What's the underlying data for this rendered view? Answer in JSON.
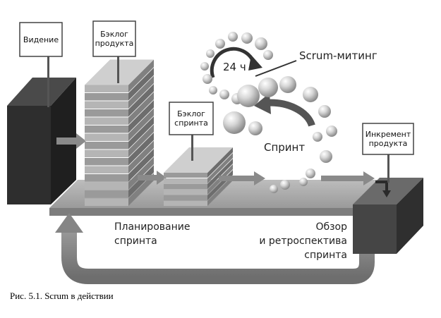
{
  "signs": {
    "vision": "Видение",
    "product_backlog": "Бэклог\nпродукта",
    "sprint_backlog": "Бэклог\nспринта",
    "increment": "Инкремент\nпродукта"
  },
  "labels": {
    "hours": "24 ч",
    "scrum_meeting": "Scrum-митинг",
    "sprint": "Спринт",
    "sprint_planning": "Планирование\nспринта",
    "review": "Обзор\nи ретроспектива\nспринта"
  },
  "caption": "Рис. 5.1. Scrum в действии",
  "colors": {
    "dark_block": "#3a3a3a",
    "mid_gray": "#8c8c8c",
    "light_gray": "#c8c8c8",
    "arrow": "#7a7a7a"
  }
}
